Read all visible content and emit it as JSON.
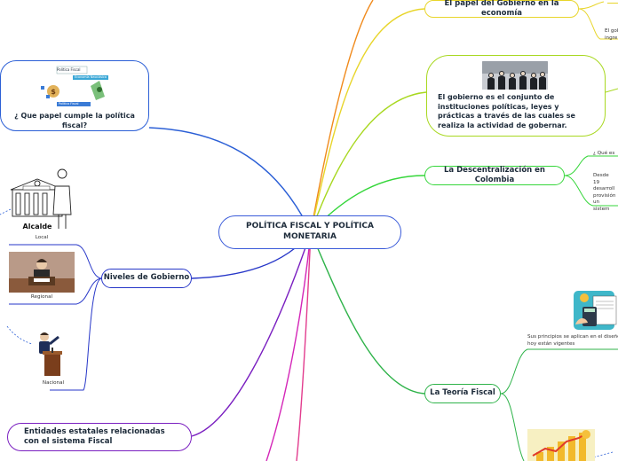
{
  "center": {
    "title": "POLÍTICA FISCAL Y POLÍTICA MONETARIA",
    "border": "#3a5bd9"
  },
  "topics": {
    "papel_gobierno": {
      "title": "El papel del Gobierno en la economía",
      "color": "#e8d52a"
    },
    "gobierno_def": {
      "title": "El gobierno es el conjunto de instituciones políticas, leyes y prácticas a través de las cuales se realiza la actividad de gobernar.",
      "color": "#a8d820"
    },
    "descentralizacion": {
      "title": "La Descentralización en Colombia",
      "color": "#35d63a"
    },
    "teoria_fiscal": {
      "title": "La Teoría Fiscal",
      "color": "#2fb34a"
    },
    "politica_fiscal": {
      "title": "¿ Que papel cumple la política fiscal?",
      "color": "#2b5fd6"
    },
    "niveles": {
      "title": "Niveles de Gobierno",
      "color": "#2636c8"
    },
    "entidades": {
      "title": "Entidades estatales relacionadas con el sistema Fiscal",
      "color": "#7a1fc0"
    }
  },
  "subs": {
    "gob_texto": "El gob ingre",
    "desc_pregunta": "¿ Qué es",
    "desc_texto": "Desde 19 desarroll provisión un sistem",
    "teoria_texto": "Sus principios se aplican en el diseño hoy están vigentes"
  },
  "niveles_labels": {
    "local": "Local",
    "regional": "Regional",
    "nacional": "Nacional"
  },
  "alcalde_caption": "Alcalde",
  "fiscal_image_labels": {
    "top": "Política Fiscal",
    "right": "Economía Neoclásica",
    "bottom": "Política Fiscal"
  },
  "branch_colors": {
    "orange": "#f08a1c",
    "magenta": "#d426b8",
    "pink": "#e23c8e"
  }
}
